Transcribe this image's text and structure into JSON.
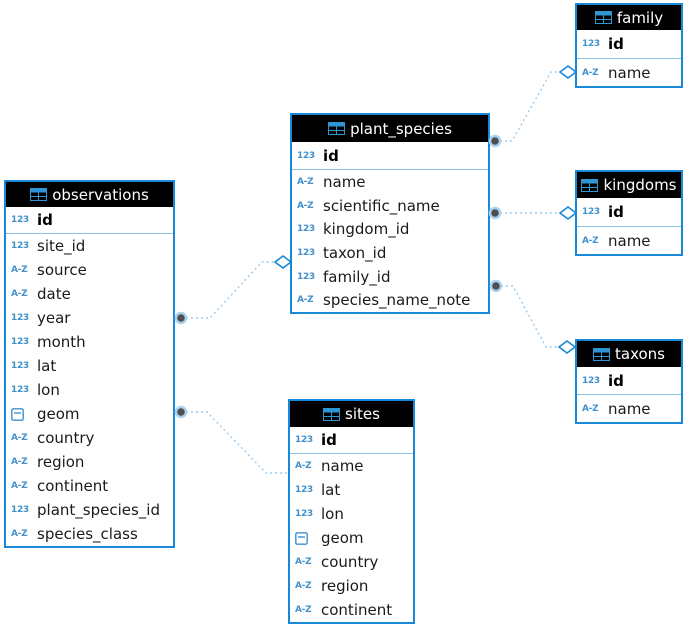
{
  "appearance": {
    "table_border": "#1789d8",
    "header_bg": "#000000",
    "header_text": "#ffffff",
    "icon_blue": "#4191ce",
    "pk_separator": "#8cc1e3",
    "relationship_line": "#9ccaec",
    "many_end_dot_fill": "#4f4f4f",
    "many_end_dot_ring": "#a8d2ef",
    "field_text": "#1a1a1a"
  },
  "icon_glyphs": {
    "numeric": "123",
    "text": "A-Z"
  },
  "tables": [
    {
      "id": "observations",
      "name": "observations",
      "fields": [
        {
          "name": "id",
          "type": "numeric",
          "primary_key": true
        },
        {
          "name": "site_id",
          "type": "numeric"
        },
        {
          "name": "source",
          "type": "text"
        },
        {
          "name": "date",
          "type": "text"
        },
        {
          "name": "year",
          "type": "numeric"
        },
        {
          "name": "month",
          "type": "numeric"
        },
        {
          "name": "lat",
          "type": "numeric"
        },
        {
          "name": "lon",
          "type": "numeric"
        },
        {
          "name": "geom",
          "type": "geometry"
        },
        {
          "name": "country",
          "type": "text"
        },
        {
          "name": "region",
          "type": "text"
        },
        {
          "name": "continent",
          "type": "text"
        },
        {
          "name": "plant_species_id",
          "type": "numeric"
        },
        {
          "name": "species_class",
          "type": "text"
        }
      ]
    },
    {
      "id": "plant_species",
      "name": "plant_species",
      "fields": [
        {
          "name": "id",
          "type": "numeric",
          "primary_key": true
        },
        {
          "name": "name",
          "type": "text"
        },
        {
          "name": "scientific_name",
          "type": "text"
        },
        {
          "name": "kingdom_id",
          "type": "numeric"
        },
        {
          "name": "taxon_id",
          "type": "numeric"
        },
        {
          "name": "family_id",
          "type": "numeric"
        },
        {
          "name": "species_name_note",
          "type": "text"
        }
      ]
    },
    {
      "id": "sites",
      "name": "sites",
      "fields": [
        {
          "name": "id",
          "type": "numeric",
          "primary_key": true
        },
        {
          "name": "name",
          "type": "text"
        },
        {
          "name": "lat",
          "type": "numeric"
        },
        {
          "name": "lon",
          "type": "numeric"
        },
        {
          "name": "geom",
          "type": "geometry"
        },
        {
          "name": "country",
          "type": "text"
        },
        {
          "name": "region",
          "type": "text"
        },
        {
          "name": "continent",
          "type": "text"
        }
      ]
    },
    {
      "id": "family",
      "name": "family",
      "fields": [
        {
          "name": "id",
          "type": "numeric",
          "primary_key": true
        },
        {
          "name": "name",
          "type": "text"
        }
      ]
    },
    {
      "id": "kingdoms",
      "name": "kingdoms",
      "fields": [
        {
          "name": "id",
          "type": "numeric",
          "primary_key": true
        },
        {
          "name": "name",
          "type": "text"
        }
      ]
    },
    {
      "id": "taxons",
      "name": "taxons",
      "fields": [
        {
          "name": "id",
          "type": "numeric",
          "primary_key": true
        },
        {
          "name": "name",
          "type": "text"
        }
      ]
    }
  ],
  "connections": [
    {
      "id": "fk_observations_plant_species",
      "from_table": "observations",
      "to_table": "plant_species",
      "from_marker": "dot",
      "to_marker": "diamond"
    },
    {
      "id": "fk_observations_sites",
      "from_table": "observations",
      "to_table": "sites",
      "from_marker": "dot",
      "to_marker": "none"
    },
    {
      "id": "fk_plant_species_family",
      "from_table": "plant_species",
      "to_table": "family",
      "from_marker": "dot",
      "to_marker": "diamond"
    },
    {
      "id": "fk_plant_species_kingdoms",
      "from_table": "plant_species",
      "to_table": "kingdoms",
      "from_marker": "dot",
      "to_marker": "diamond"
    },
    {
      "id": "fk_plant_species_taxons",
      "from_table": "plant_species",
      "to_table": "taxons",
      "from_marker": "dot",
      "to_marker": "diamond"
    }
  ]
}
